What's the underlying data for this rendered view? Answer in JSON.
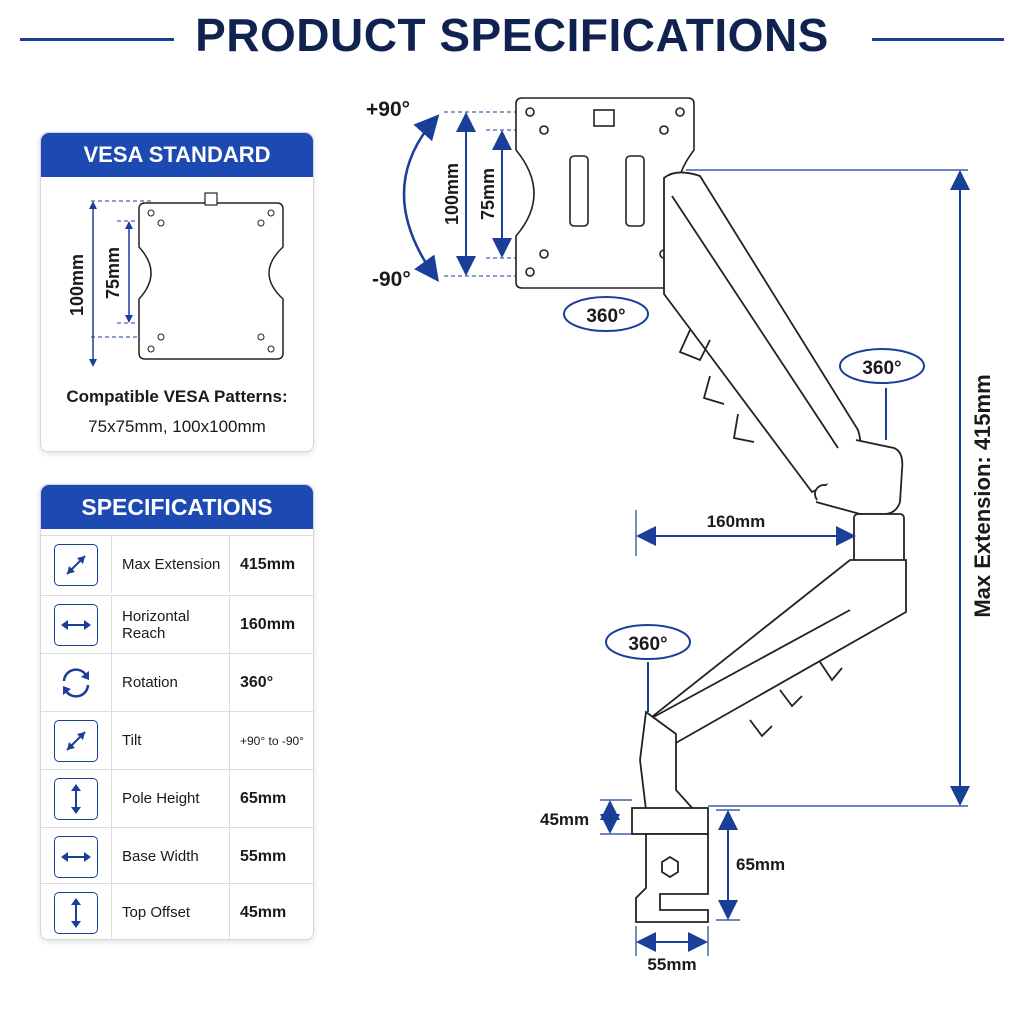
{
  "title": "PRODUCT SPECIFICATIONS",
  "vesa_card": {
    "header": "VESA STANDARD",
    "dim_outer": "100mm",
    "dim_inner": "75mm",
    "compatible_title": "Compatible VESA Patterns:",
    "compatible_values": "75x75mm, 100x100mm"
  },
  "spec_card": {
    "header": "SPECIFICATIONS",
    "rows": [
      {
        "icon": "diagonal-arrow-icon",
        "label": "Max Extension",
        "value": "415mm"
      },
      {
        "icon": "horizontal-arrow-icon",
        "label": "Horizontal Reach",
        "value": "160mm"
      },
      {
        "icon": "rotation-icon",
        "label": "Rotation",
        "value": "360°"
      },
      {
        "icon": "diagonal-arrow-icon",
        "label": "Tilt",
        "value": "+90° to -90°"
      },
      {
        "icon": "vertical-arrow-icon",
        "label": "Pole Height",
        "value": "65mm"
      },
      {
        "icon": "horizontal-arrow-icon",
        "label": "Base Width",
        "value": "55mm"
      },
      {
        "icon": "vertical-arrow-icon",
        "label": "Top Offset",
        "value": "45mm"
      }
    ]
  },
  "diagram": {
    "tilt_up": "+90°",
    "tilt_down": "-90°",
    "plate_outer": "100mm",
    "plate_inner": "75mm",
    "rot_plate": "360°",
    "rot_elbow": "360°",
    "rot_base": "360°",
    "reach": "160mm",
    "max_extension": "Max Extension: 415mm",
    "top_offset": "45mm",
    "pole_height": "65mm",
    "base_width": "55mm"
  },
  "colors": {
    "accent": "#1d49b3",
    "title": "#0f2250",
    "dimension": "#1a3f99"
  }
}
